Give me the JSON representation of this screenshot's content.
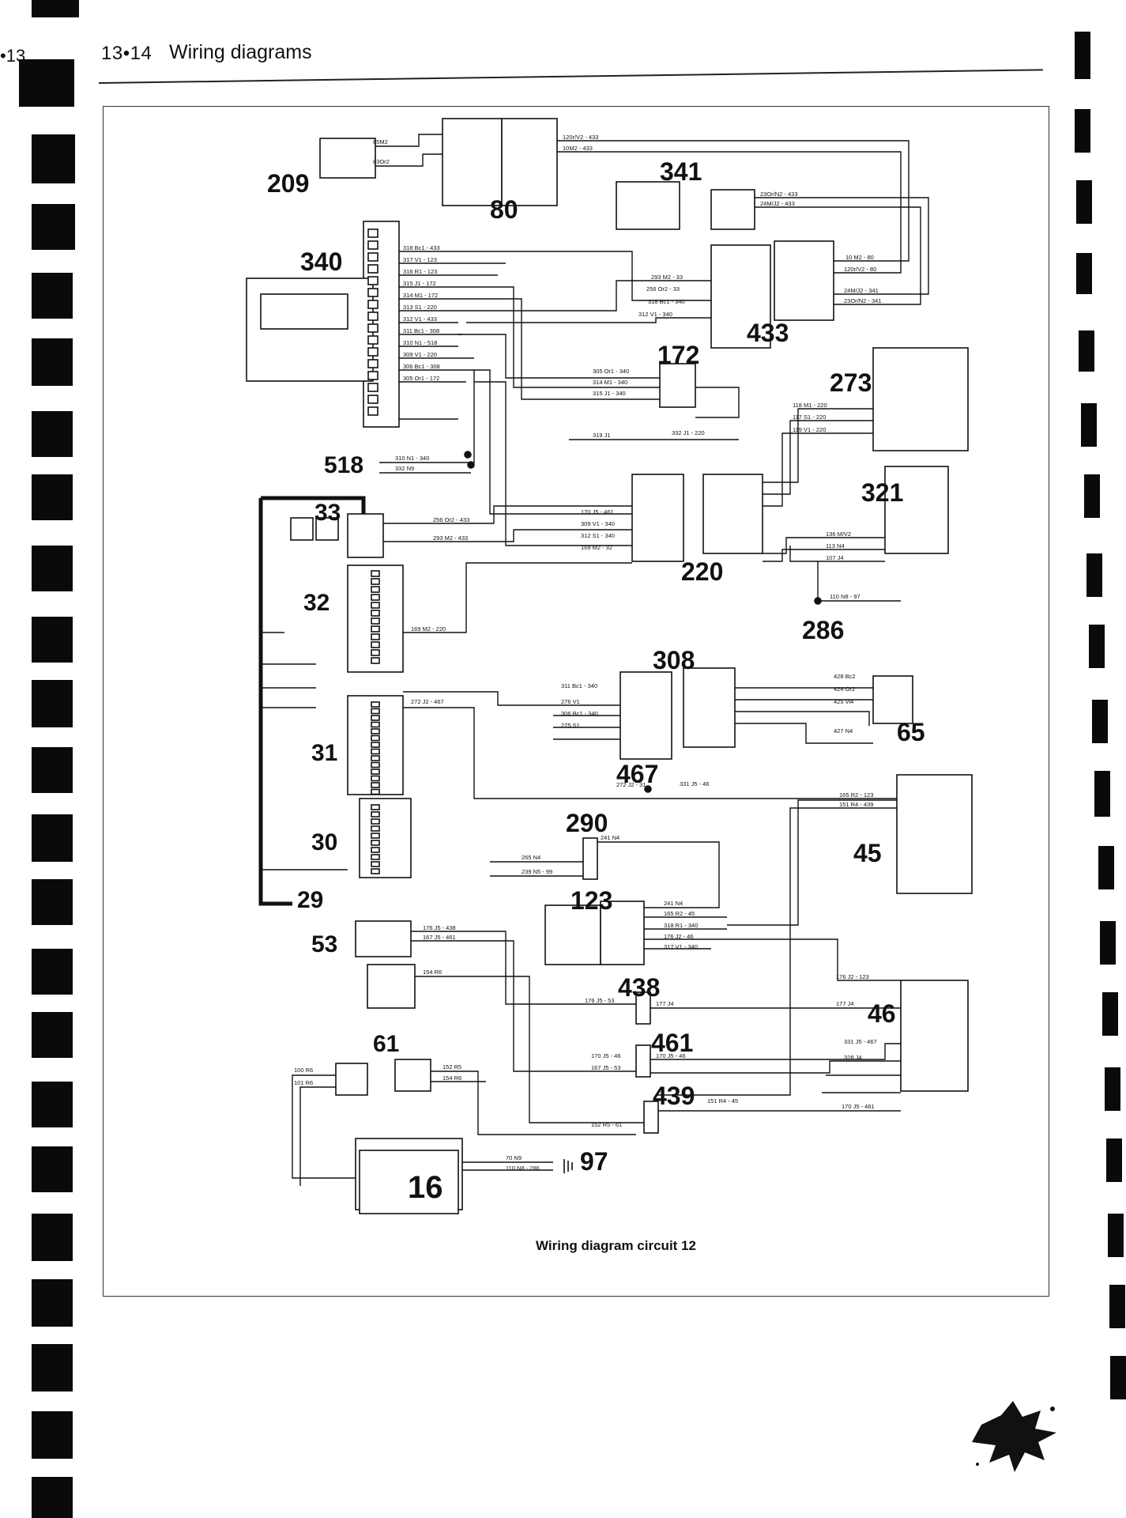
{
  "header": {
    "page_prefix": "•13",
    "page_number": "13•14",
    "title": "Wiring diagrams"
  },
  "caption": "Wiring diagram circuit 12",
  "components": [
    {
      "id": "209"
    },
    {
      "id": "80"
    },
    {
      "id": "341"
    },
    {
      "id": "340"
    },
    {
      "id": "433"
    },
    {
      "id": "172"
    },
    {
      "id": "273"
    },
    {
      "id": "518"
    },
    {
      "id": "33"
    },
    {
      "id": "321"
    },
    {
      "id": "220"
    },
    {
      "id": "286"
    },
    {
      "id": "32"
    },
    {
      "id": "308"
    },
    {
      "id": "65"
    },
    {
      "id": "31"
    },
    {
      "id": "467"
    },
    {
      "id": "290"
    },
    {
      "id": "45"
    },
    {
      "id": "30"
    },
    {
      "id": "29"
    },
    {
      "id": "123"
    },
    {
      "id": "53"
    },
    {
      "id": "438"
    },
    {
      "id": "46"
    },
    {
      "id": "61"
    },
    {
      "id": "461"
    },
    {
      "id": "439"
    },
    {
      "id": "97"
    },
    {
      "id": "16"
    }
  ],
  "wire_labels": [
    "85M2",
    "83Or2",
    "120r/V2 - 433",
    "10M2 - 433",
    "23Or/N2 - 433",
    "24M/J2 - 433",
    "318 Bc1 - 433",
    "317 V1 - 123",
    "316 R1 - 123",
    "315 J1 - 172",
    "314 M1 - 172",
    "313 S1 - 220",
    "312 V1 - 433",
    "311 Bc1 - 308",
    "310 N1 - 518",
    "309 V1 - 220",
    "306 Bc1 - 308",
    "305 Or1 - 172",
    "293 M2 - 33",
    "256 Or2 - 33",
    "318 Bc1 - 340",
    "312 V1 - 340",
    "10 M2 - 80",
    "120r/V2 - 80",
    "24M/J2 - 341",
    "23Or/N2 - 341",
    "305 Or1 - 340",
    "314 M1 - 340",
    "315 J1 - 340",
    "118 M1 - 220",
    "117 S1 - 220",
    "119 V1 - 220",
    "319 J1",
    "332 J1 - 220",
    "310 N1 - 340",
    "332 N9",
    "256 Or2 - 433",
    "293 M2 - 433",
    "170 J5 - 461",
    "309 V1 - 340",
    "312 S1 - 340",
    "169 M2 - 32",
    "136 M/V2",
    "113 N4",
    "107 J4",
    "110 N8 - 97",
    "169 M2 - 220",
    "311 Bc1 - 340",
    "276 V1",
    "306 Bc1 - 340",
    "275 S1",
    "428 Bc2",
    "424 Or2",
    "425 Vi4",
    "427 N4",
    "272 J2 - 467",
    "272 J2 - 31",
    "331 J5 - 46",
    "165 R2 - 123",
    "151 R4 - 439",
    "241 N4",
    "265 N4",
    "239 N5 - 99",
    "241 N4",
    "165 R2 - 45",
    "318 R1 - 340",
    "176 J2 - 46",
    "317 V1 - 340",
    "176 J5 - 438",
    "167 J5 - 461",
    "154 R6",
    "176 J5 - 53",
    "177 J4",
    "176 J2 - 123",
    "177 J4",
    "170 J5 - 46",
    "167 J5 - 53",
    "170 J5 - 46",
    "331 J5 - 467",
    "328 J4",
    "170 J5 - 461",
    "152 R5 - 61",
    "151 R4 - 45",
    "100 R6",
    "101 R6",
    "152 R5",
    "154 R6",
    "70 N9",
    "110 N8 - 286"
  ],
  "colors": {
    "ink": "#111111",
    "paper": "#ffffff",
    "frame": "#333333"
  }
}
